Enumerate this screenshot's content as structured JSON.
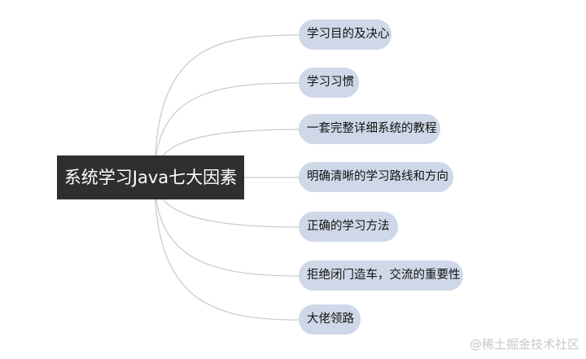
{
  "root": {
    "label": "系统学习Java七大因素"
  },
  "branches": [
    {
      "label": "学习目的及决心"
    },
    {
      "label": "学习习惯"
    },
    {
      "label": "一套完整详细系统的教程"
    },
    {
      "label": "明确清晰的学习路线和方向"
    },
    {
      "label": "正确的学习方法"
    },
    {
      "label": "拒绝闭门造车，交流的重要性"
    },
    {
      "label": "大佬领路"
    }
  ],
  "watermark": "@稀土掘金技术社区",
  "colors": {
    "root_background": "#2f2f2f",
    "root_text": "#ffffff",
    "node_background": "#cfd8e8",
    "connector": "#c9c9c9"
  }
}
